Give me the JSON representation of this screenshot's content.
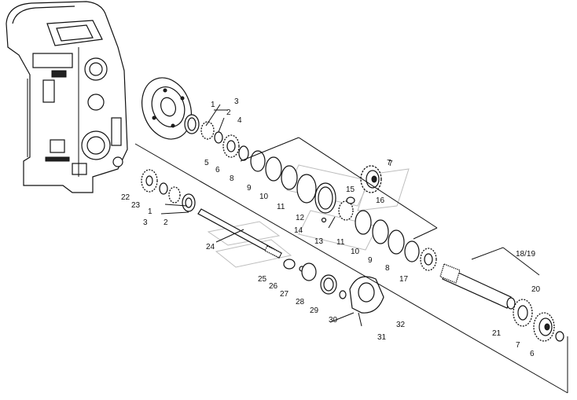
{
  "callouts": [
    {
      "id": "c1",
      "text": "1"
    },
    {
      "id": "c2",
      "text": "2"
    },
    {
      "id": "c3",
      "text": "3"
    },
    {
      "id": "c4",
      "text": "4"
    },
    {
      "id": "c5",
      "text": "5"
    },
    {
      "id": "c6",
      "text": "6"
    },
    {
      "id": "c7",
      "text": "7"
    },
    {
      "id": "c8",
      "text": "8"
    },
    {
      "id": "c9",
      "text": "9"
    },
    {
      "id": "c10",
      "text": "10"
    },
    {
      "id": "c11",
      "text": "11"
    },
    {
      "id": "c12",
      "text": "12"
    },
    {
      "id": "c13",
      "text": "13"
    },
    {
      "id": "c14",
      "text": "14"
    },
    {
      "id": "c15",
      "text": "15"
    },
    {
      "id": "c16",
      "text": "16"
    },
    {
      "id": "c7b",
      "text": "7"
    },
    {
      "id": "c22",
      "text": "22"
    },
    {
      "id": "c23",
      "text": "23"
    },
    {
      "id": "c1b",
      "text": "1"
    },
    {
      "id": "c2b",
      "text": "2"
    },
    {
      "id": "c3b",
      "text": "3"
    },
    {
      "id": "c24",
      "text": "24"
    },
    {
      "id": "c11b",
      "text": "11"
    },
    {
      "id": "c10b",
      "text": "10"
    },
    {
      "id": "c9b",
      "text": "9"
    },
    {
      "id": "c8b",
      "text": "8"
    },
    {
      "id": "c17",
      "text": "17"
    },
    {
      "id": "c18_19",
      "text": "18/19"
    },
    {
      "id": "c20",
      "text": "20"
    },
    {
      "id": "c21",
      "text": "21"
    },
    {
      "id": "c7c",
      "text": "7"
    },
    {
      "id": "c6b",
      "text": "6"
    },
    {
      "id": "c25",
      "text": "25"
    },
    {
      "id": "c26",
      "text": "26"
    },
    {
      "id": "c27",
      "text": "27"
    },
    {
      "id": "c28",
      "text": "28"
    },
    {
      "id": "c29",
      "text": "29"
    },
    {
      "id": "c30",
      "text": "30"
    },
    {
      "id": "c31",
      "text": "31"
    },
    {
      "id": "c32",
      "text": "32"
    }
  ]
}
